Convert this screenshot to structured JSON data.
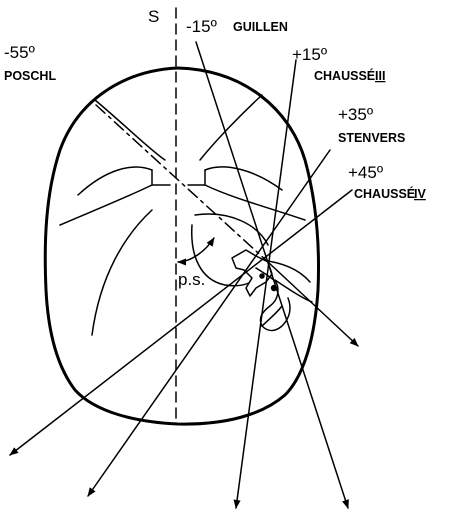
{
  "labels": {
    "sagittal_letter": "S",
    "guillen_angle": "-15º",
    "guillen_name": "GUILLEN",
    "poschl_angle": "-55º",
    "poschl_name": "POSCHL",
    "chausse3_angle": "+15º",
    "chausse3_name": "CHAUSSÉ",
    "chausse3_numeral": "III",
    "stenvers_angle": "+35º",
    "stenvers_name": "STENVERS",
    "chausse4_angle": "+45º",
    "chausse4_name": "CHAUSSÉ",
    "chausse4_numeral": "IV",
    "ps_label": "p.s."
  },
  "colors": {
    "ink": "#000000",
    "background": "#ffffff"
  }
}
